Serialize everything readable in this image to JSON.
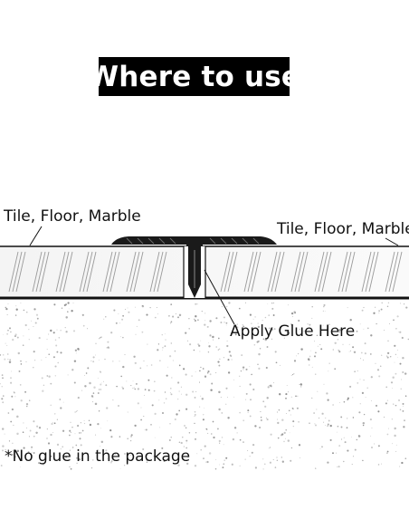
{
  "title": "Where to use",
  "labels": {
    "surface_left": "Tile, Floor, Marble",
    "surface_right": "Tile, Floor, Marble",
    "glue": "Apply Glue Here",
    "note": "*No glue in the package"
  },
  "colors": {
    "title_bg": "#000000",
    "title_text": "#ffffff",
    "strip": "#1a1a1a",
    "line": "#111111",
    "speckle": "#8a8a8a"
  }
}
